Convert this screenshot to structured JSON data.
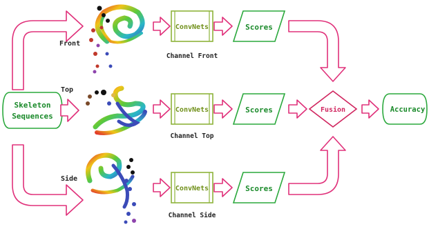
{
  "colors": {
    "arrow": "#e0307a",
    "green_box": "#2aa83c",
    "olive_box": "#8db33a",
    "text_green": "#1a8a2a",
    "text_olive": "#6f8f18",
    "fusion": "#d0245e"
  },
  "input": {
    "line1": "Skeleton",
    "line2": "Sequences"
  },
  "views": [
    {
      "view_label": "Front",
      "convnet_label": "ConvNets",
      "channel_label": "Channel Front",
      "scores_label": "Scores"
    },
    {
      "view_label": "Top",
      "convnet_label": "ConvNets",
      "channel_label": "Channel Top",
      "scores_label": "Scores"
    },
    {
      "view_label": "Side",
      "convnet_label": "ConvNets",
      "channel_label": "Channel Side",
      "scores_label": "Scores"
    }
  ],
  "fusion": {
    "label": "Fusion"
  },
  "output": {
    "label": "Accuracy"
  }
}
